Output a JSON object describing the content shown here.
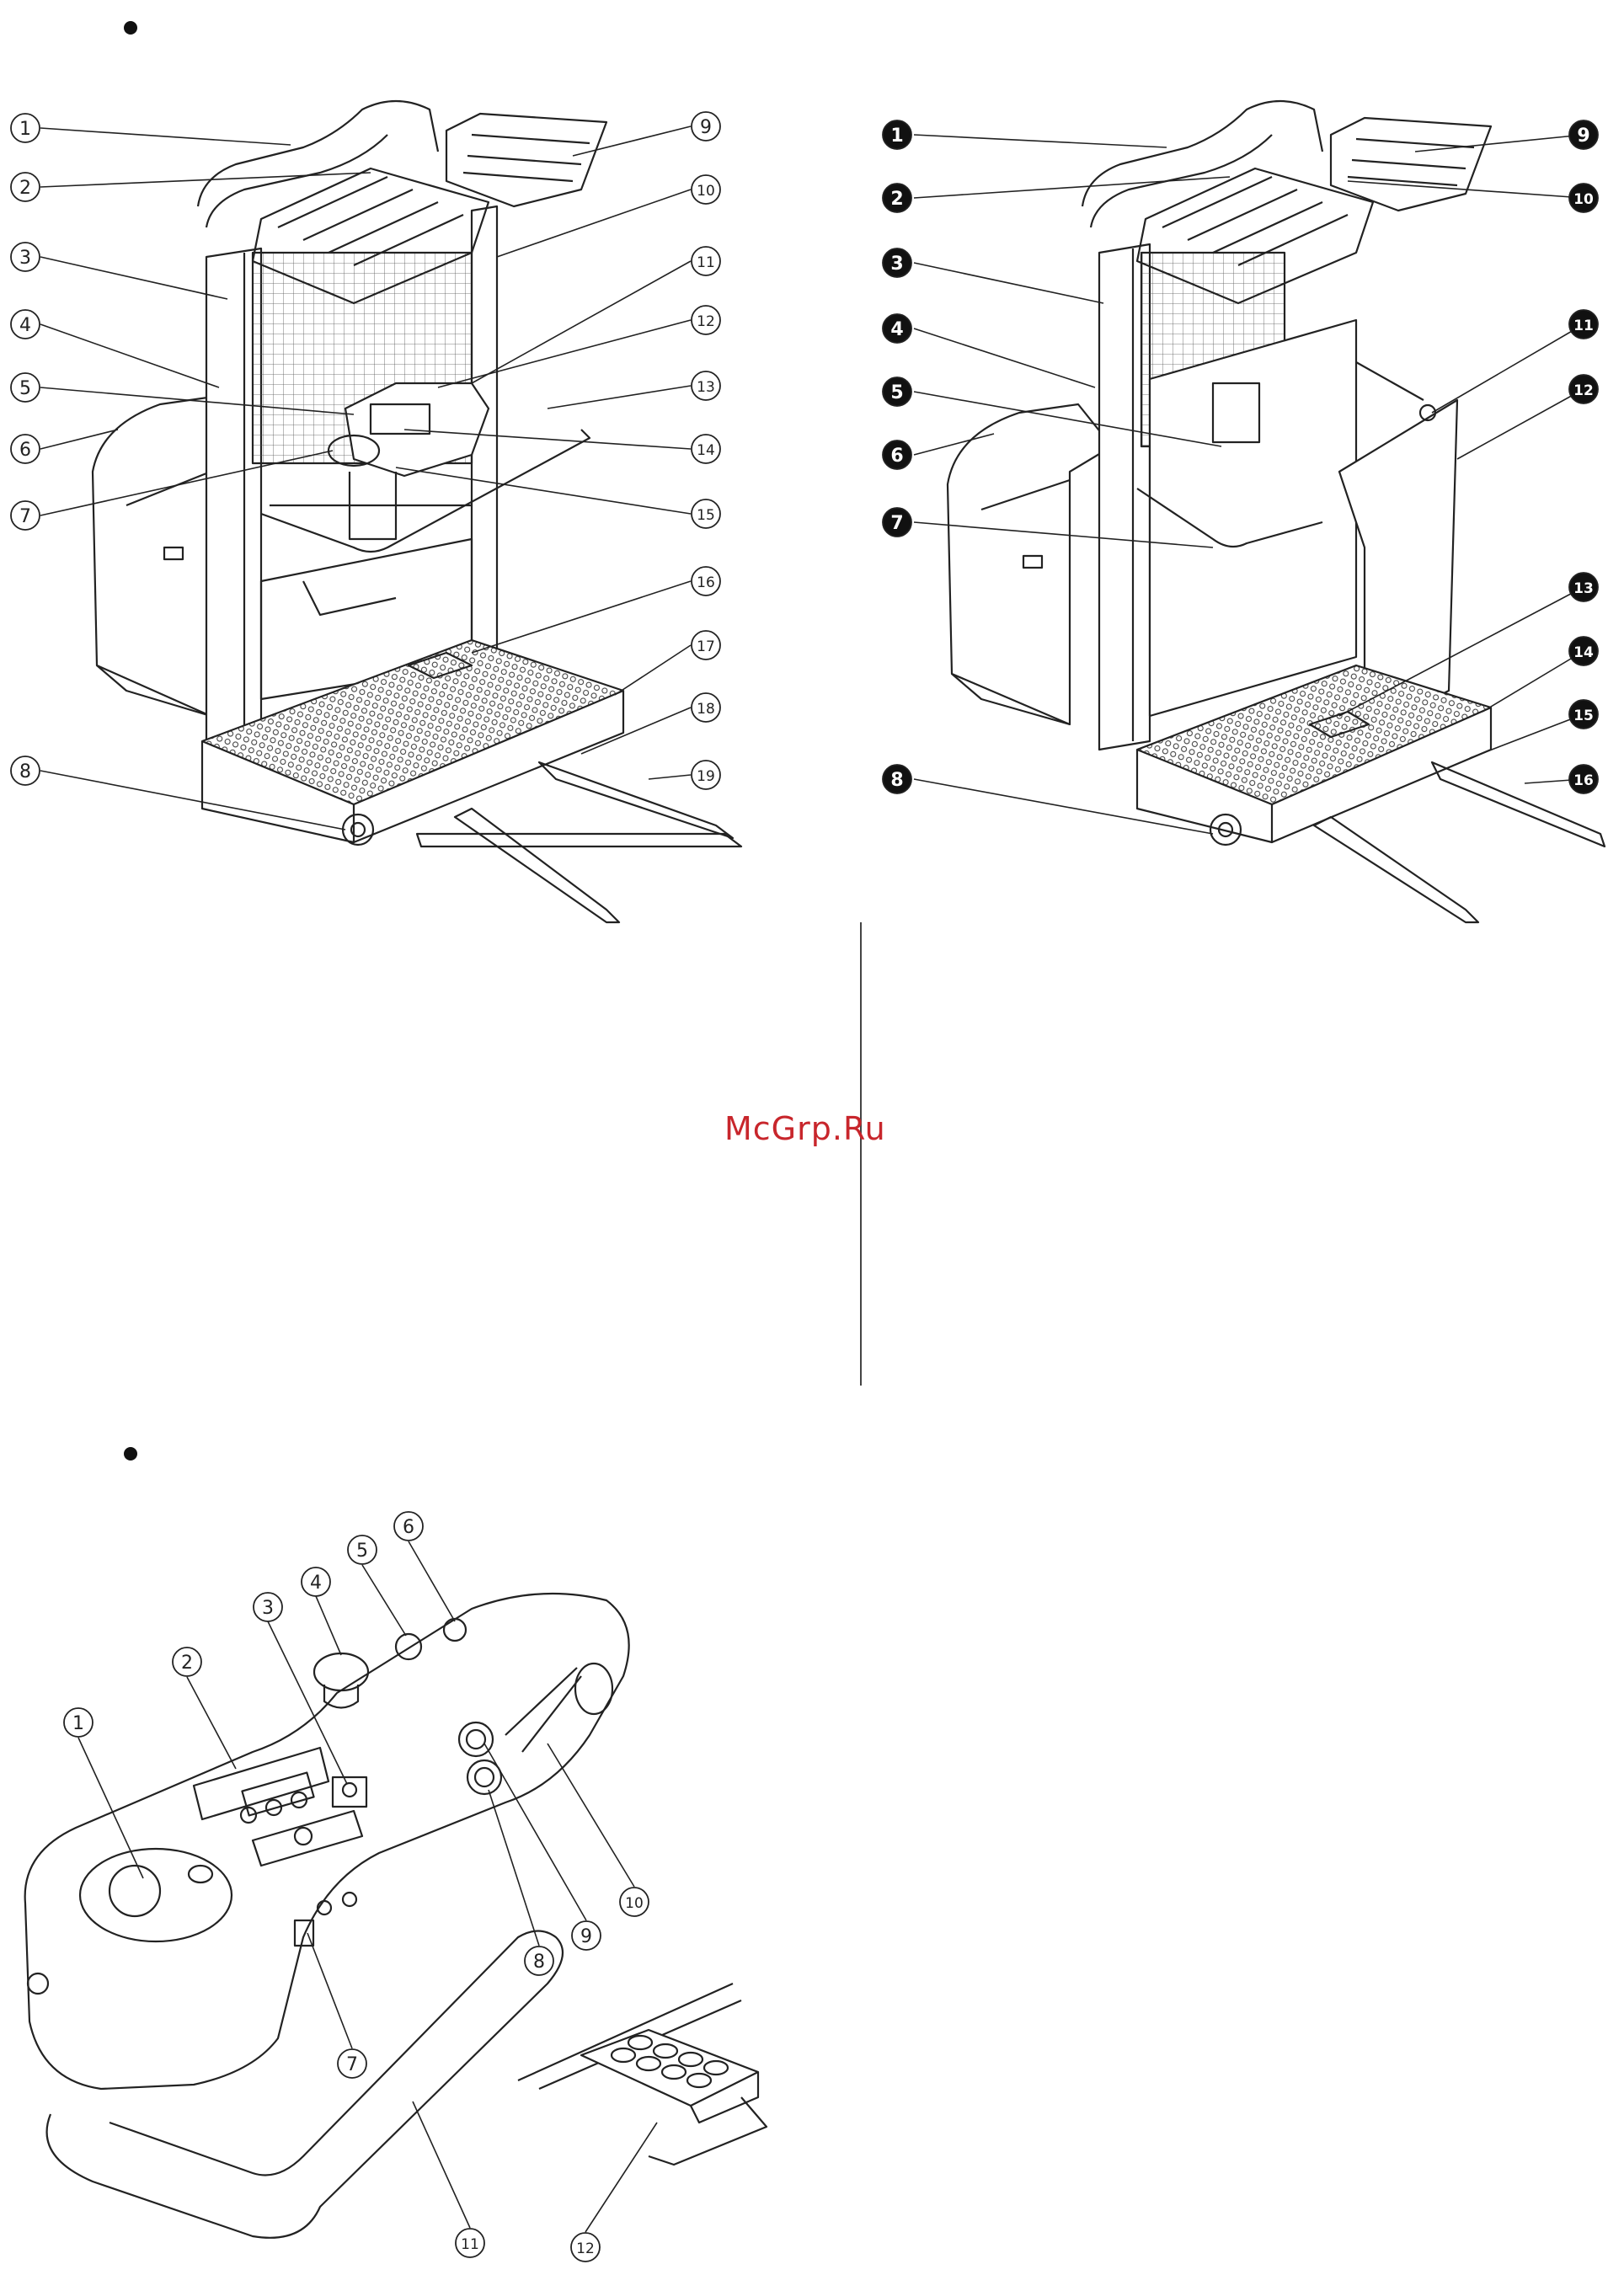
{
  "watermark": "McGrp.Ru",
  "colors": {
    "line": "#222222",
    "callout_fill": "#111111",
    "watermark": "#c8262c"
  },
  "diagram_left": {
    "callouts": [
      "1",
      "2",
      "3",
      "4",
      "5",
      "6",
      "7",
      "8",
      "9",
      "10",
      "11",
      "12",
      "13",
      "14",
      "15",
      "16",
      "17",
      "18",
      "19"
    ],
    "style": "outlined"
  },
  "diagram_right": {
    "callouts": [
      "1",
      "2",
      "3",
      "4",
      "5",
      "6",
      "7",
      "8",
      "9",
      "10",
      "11",
      "12",
      "13",
      "14",
      "15",
      "16"
    ],
    "style": "filled"
  },
  "diagram_bottom": {
    "callouts": [
      "1",
      "2",
      "3",
      "4",
      "5",
      "6",
      "7",
      "8",
      "9",
      "10",
      "11",
      "12"
    ],
    "style": "outlined"
  }
}
